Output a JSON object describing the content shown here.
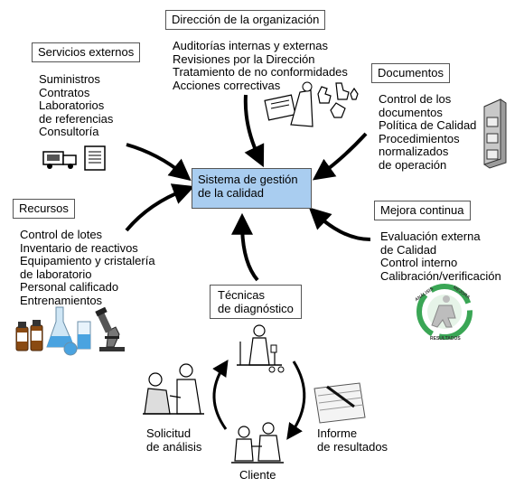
{
  "center": {
    "line1": "Sistema de gestión",
    "line2": "de la calidad"
  },
  "servicios": {
    "title": "Servicios externos",
    "items": [
      "Suministros",
      "Contratos",
      "Laboratorios",
      "de referencias",
      "Consultoría"
    ]
  },
  "direccion": {
    "title": "Dirección de la organización",
    "items": [
      "Auditorías internas y externas",
      "Revisiones por la Dirección",
      "Tratamiento de no conformidades",
      "Acciones correctivas"
    ]
  },
  "documentos": {
    "title": "Documentos",
    "items": [
      "Control de los",
      "documentos",
      "Política de Calidad",
      "Procedimientos",
      "normalizados",
      "de operación"
    ]
  },
  "recursos": {
    "title": "Recursos",
    "items": [
      "Control de lotes",
      "Inventario de reactivos",
      "Equipamiento y cristalería",
      "de laboratorio",
      "Personal calificado",
      "Entrenamientos"
    ]
  },
  "mejora": {
    "title": "Mejora continua",
    "items": [
      "Evaluación externa",
      "de Calidad",
      "Control interno",
      "Calibración/verificación"
    ],
    "badge": {
      "top_left": "ANÁLISIS",
      "top_right": "MEJORA",
      "bottom": "RESULTADOS"
    }
  },
  "tecnicas": {
    "line1": "Técnicas",
    "line2": "de diagnóstico"
  },
  "solicitud": {
    "line1": "Solicitud",
    "line2": "de análisis"
  },
  "informe": {
    "line1": "Informe",
    "line2": "de resultados"
  },
  "cliente": "Cliente",
  "colors": {
    "center_fill": "#a9cdf0",
    "arrow": "#000000",
    "box_border": "#555555",
    "badge_green": "#3aa655"
  },
  "icons": [
    "truck-icon",
    "document-icon",
    "meeting-icon",
    "hands-icon",
    "filing-cabinet-icon",
    "bottles-icon",
    "flasks-icon",
    "microscope-icon",
    "scientist-icon",
    "patient-icon",
    "notebook-pen-icon",
    "client-icon",
    "improvement-cycle-icon"
  ]
}
